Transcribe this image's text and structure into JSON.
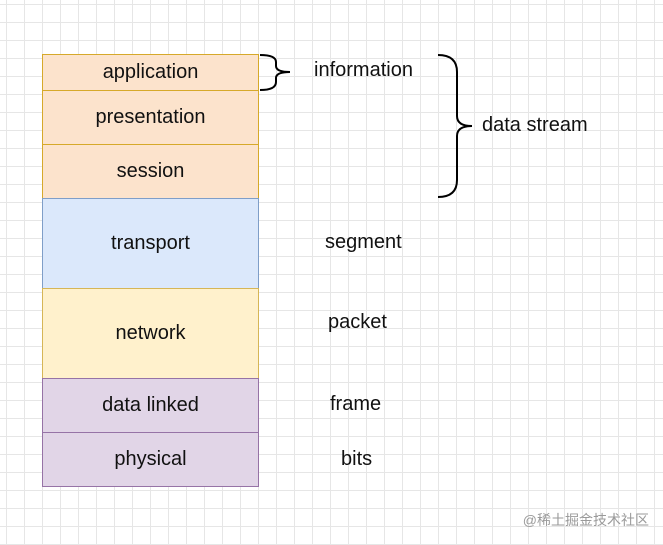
{
  "layers": [
    {
      "name": "application"
    },
    {
      "name": "presentation"
    },
    {
      "name": "session"
    },
    {
      "name": "transport"
    },
    {
      "name": "network"
    },
    {
      "name": "data linked"
    },
    {
      "name": "physical"
    }
  ],
  "labels": {
    "information": "information",
    "data_stream": "data stream",
    "segment": "segment",
    "packet": "packet",
    "frame": "frame",
    "bits": "bits"
  },
  "colors": {
    "upper_layers_fill": "#fce3cc",
    "transport_fill": "#dbe8fb",
    "network_fill": "#fff1cc",
    "lower_layers_fill": "#e1d5e7"
  },
  "watermark": "@稀土掘金技术社区"
}
